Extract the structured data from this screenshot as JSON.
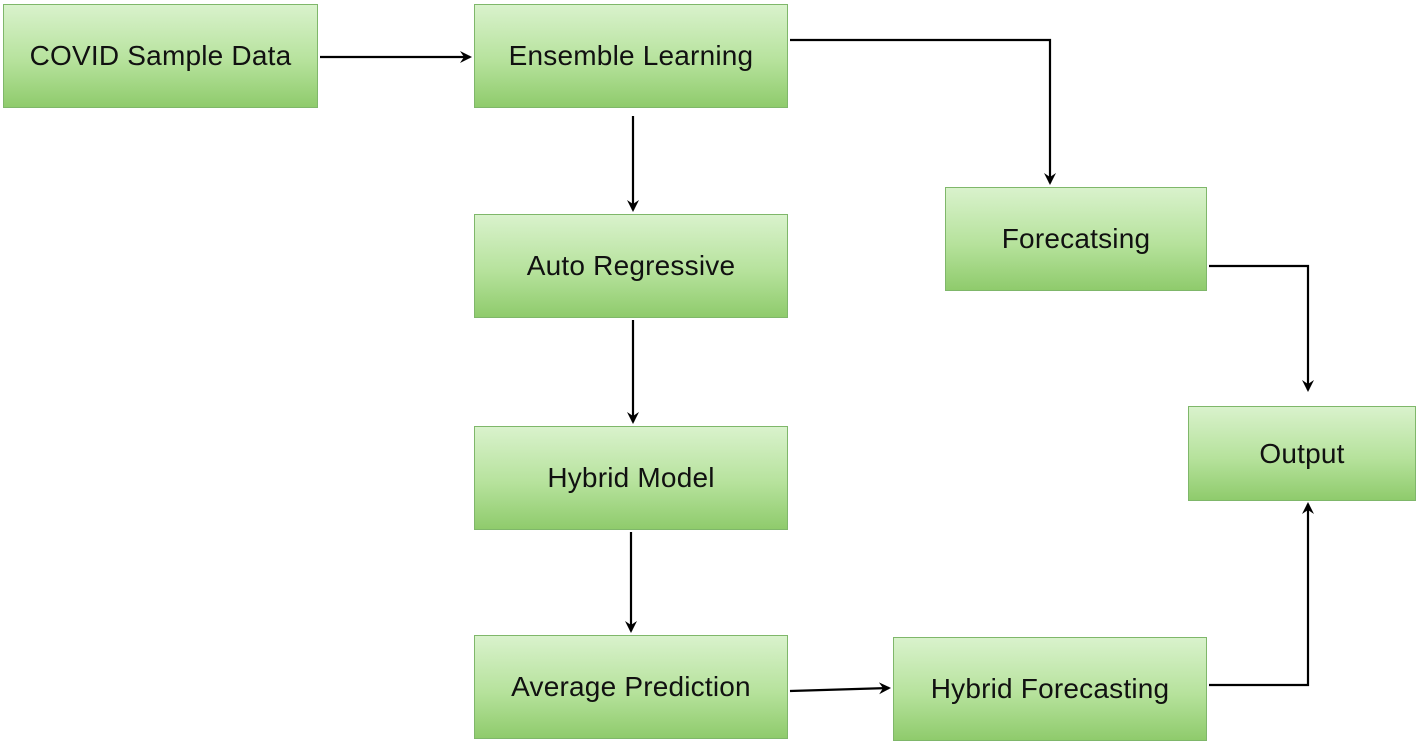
{
  "diagram": {
    "nodes": {
      "covid_sample_data": "COVID Sample Data",
      "ensemble_learning": "Ensemble Learning",
      "auto_regressive": "Auto Regressive",
      "hybrid_model": "Hybrid Model",
      "average_prediction": "Average Prediction",
      "forecasting": "Forecatsing",
      "output": "Output",
      "hybrid_forecasting": "Hybrid Forecasting"
    },
    "edges": [
      {
        "from": "covid_sample_data",
        "to": "ensemble_learning"
      },
      {
        "from": "ensemble_learning",
        "to": "auto_regressive"
      },
      {
        "from": "ensemble_learning",
        "to": "forecasting"
      },
      {
        "from": "auto_regressive",
        "to": "hybrid_model"
      },
      {
        "from": "hybrid_model",
        "to": "average_prediction"
      },
      {
        "from": "average_prediction",
        "to": "hybrid_forecasting"
      },
      {
        "from": "forecasting",
        "to": "output"
      },
      {
        "from": "hybrid_forecasting",
        "to": "output"
      }
    ],
    "colors": {
      "node_fill_top": "#d9f2cc",
      "node_fill_bottom": "#8fcb6c",
      "node_border": "#7fb76a",
      "edge": "#000000"
    }
  }
}
